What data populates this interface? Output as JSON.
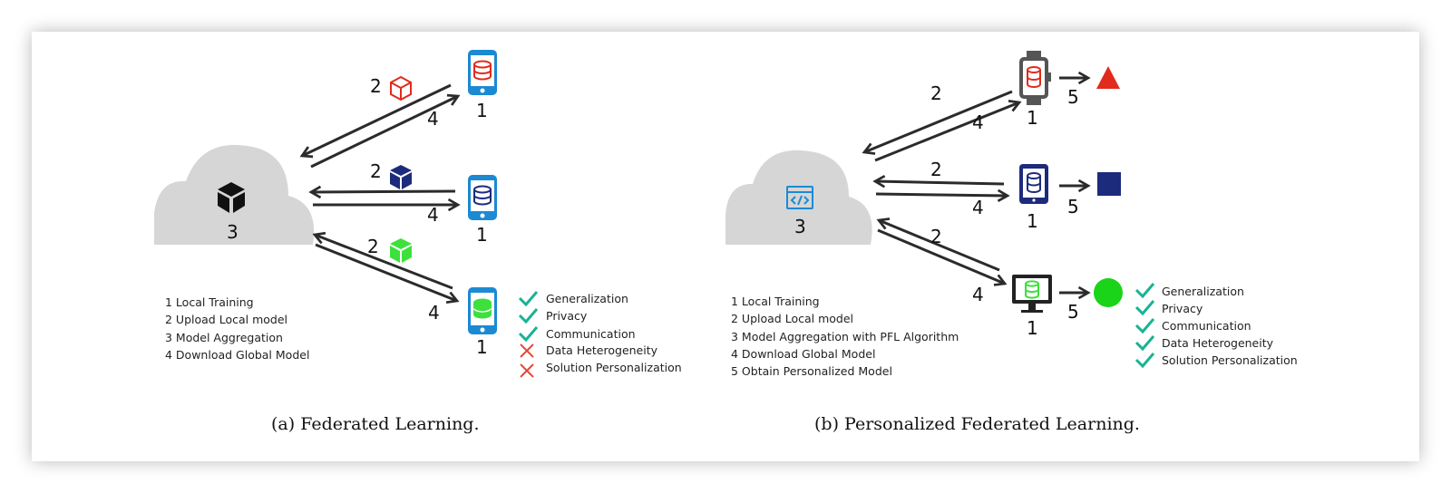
{
  "panel_a": {
    "cloud_label": "3",
    "device_labels": [
      "1",
      "1",
      "1"
    ],
    "arrow_labels": {
      "top_upload": "2",
      "top_download": "4",
      "mid_upload": "2",
      "mid_download": "4",
      "bot_upload": "2",
      "bot_download": "4"
    },
    "steps": [
      "1 Local Training",
      "2 Upload Local model",
      "3 Model Aggregation",
      "4 Download Global Model"
    ],
    "checks": [
      {
        "label": "Generalization",
        "ok": true
      },
      {
        "label": "Privacy",
        "ok": true
      },
      {
        "label": "Communication",
        "ok": true
      },
      {
        "label": "Data Heterogeneity",
        "ok": false
      },
      {
        "label": "Solution Personalization",
        "ok": false
      }
    ],
    "caption": "(a) Federated Learning."
  },
  "panel_b": {
    "cloud_label": "3",
    "device_labels": [
      "1",
      "1",
      "1"
    ],
    "arrow_labels": {
      "top_upload": "2",
      "top_download": "4",
      "mid_upload": "2",
      "mid_download": "4",
      "bot_upload": "2",
      "bot_download": "4"
    },
    "personalize_labels": [
      "5",
      "5",
      "5"
    ],
    "steps": [
      "1 Local Training",
      "2 Upload Local model",
      "3 Model Aggregation with PFL Algorithm",
      "4 Download Global Model",
      "5 Obtain Personalized Model"
    ],
    "checks": [
      {
        "label": "Generalization",
        "ok": true
      },
      {
        "label": "Privacy",
        "ok": true
      },
      {
        "label": "Communication",
        "ok": true
      },
      {
        "label": "Data Heterogeneity",
        "ok": true
      },
      {
        "label": "Solution Personalization",
        "ok": true
      }
    ],
    "caption": "(b) Personalized Federated Learning."
  },
  "colors": {
    "cloud": "#d6d6d6",
    "phone": "#1b8ad3",
    "red": "#e12b1c",
    "navy": "#1d2b7c",
    "green": "#3de03d",
    "check": "#19b394",
    "cross": "#e24a3a",
    "arrow": "#2b2b2b"
  }
}
